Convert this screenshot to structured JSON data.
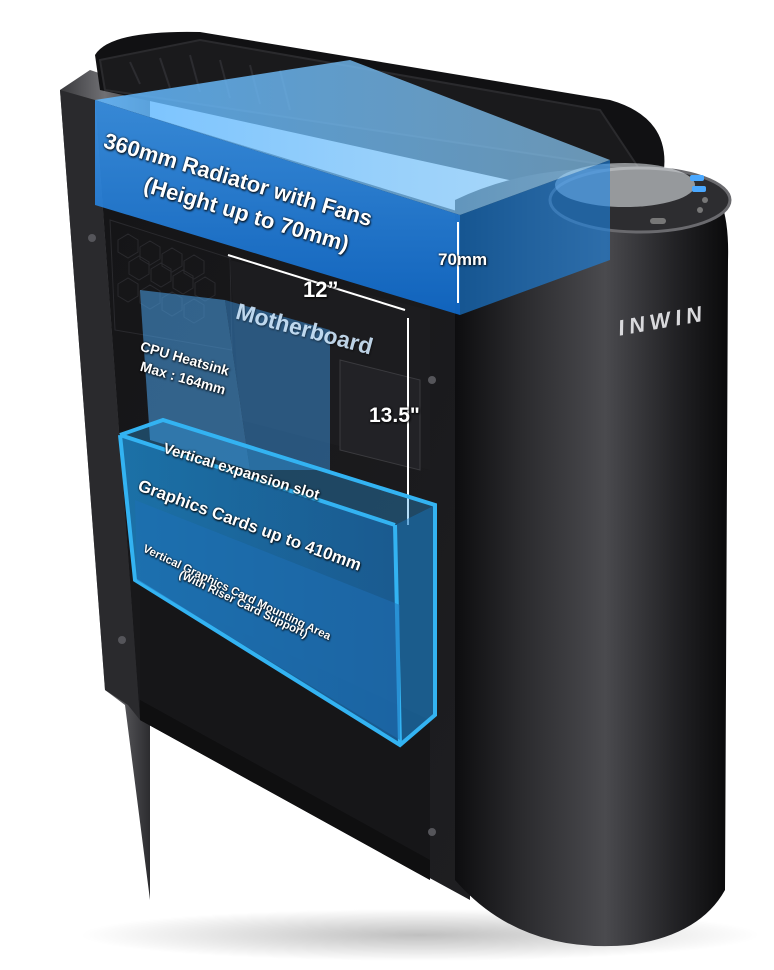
{
  "brand": {
    "logo_text": "INWIN"
  },
  "labels": {
    "radiator_line1": "360mm Radiator with Fans",
    "radiator_line2": "(Height up to 70mm)",
    "radiator_height": "70mm",
    "motherboard_width": "12”",
    "motherboard": "Motherboard",
    "motherboard_height": "13.5\"",
    "cpu_line1": "CPU Heatsink",
    "cpu_line2": "Max : 164mm",
    "vertical_slot": "Vertical expansion slot",
    "gpu": "Graphics Cards up to 410mm",
    "vgpu_line1": "Vertical Graphics Card Mounting Area",
    "vgpu_line2": "(With Riser Card Support)"
  },
  "colors": {
    "case_body": "#1b1b1d",
    "case_highlight": "#4a4a4d",
    "radiator_overlay": "#1f7fe0",
    "gpu_outline": "#2ea6e8",
    "label_text": "#ffffff"
  }
}
